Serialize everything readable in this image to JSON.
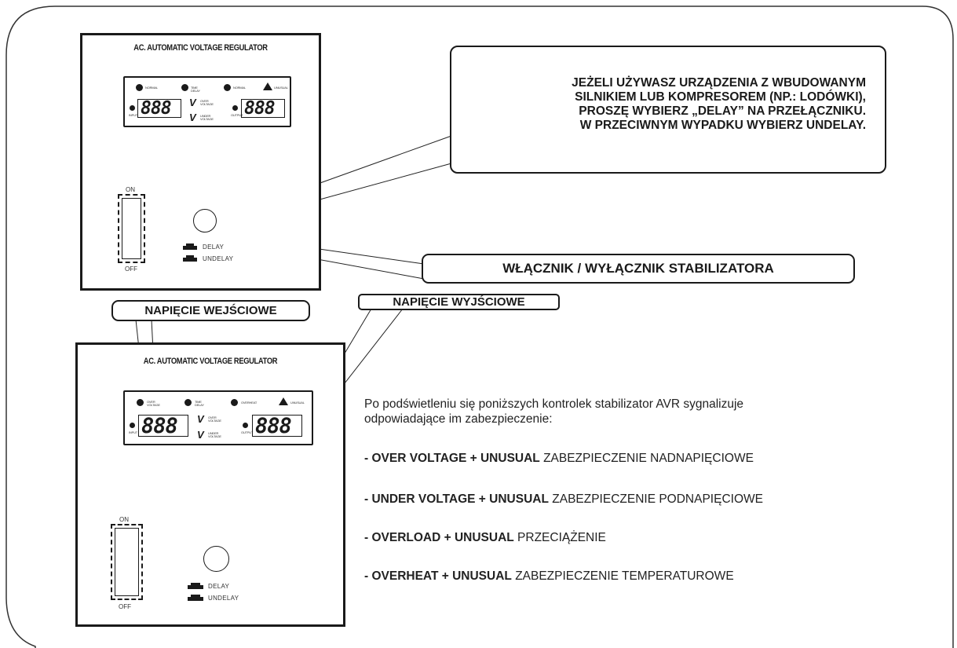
{
  "top_panel": {
    "title": "AC. AUTOMATIC VOLTAGE REGULATOR",
    "indicators": [
      "NORMAL",
      "TIME DELAY",
      "NORMAL",
      "UNUSUAL"
    ],
    "input_label": "INPUT",
    "output_label": "OUTPUT",
    "input_digits": "888",
    "output_digits": "888",
    "over_voltage": "OVER VOLTAGE",
    "under_voltage": "UNDER VOLTAGE",
    "switch_on": "ON",
    "switch_off": "OFF",
    "delay": "DELAY",
    "undelay": "UNDELAY"
  },
  "bottom_panel": {
    "title": "AC. AUTOMATIC VOLTAGE REGULATOR",
    "indicators": [
      "OVER VOLTAGE",
      "TIME DELAY",
      "OVERHEAT",
      "UNUSUAL"
    ],
    "input_label": "INPUT",
    "output_label": "OUTPUT",
    "input_digits": "888",
    "output_digits": "888",
    "over_voltage": "OVER VOLTAGE",
    "under_voltage": "UNDER VOLTAGE",
    "switch_on": "ON",
    "switch_off": "OFF",
    "delay": "DELAY",
    "undelay": "UNDELAY"
  },
  "callout_delay": {
    "lines": [
      "JEŻELI UŻYWASZ URZĄDZENIA Z WBUDOWANYM",
      "SILNIKIEM LUB KOMPRESOREM (NP.: LODÓWKI),",
      "PROSZĘ WYBIERZ „DELAY” NA PRZEŁĄCZNIKU.",
      "W PRZECIWNYM WYPADKU WYBIERZ UNDELAY."
    ]
  },
  "callout_switch": "WŁĄCZNIK / WYŁĄCZNIK STABILIZATORA",
  "label_input_voltage": "NAPIĘCIE WEJŚCIOWE",
  "label_output_voltage": "NAPIĘCIE WYJŚCIOWE",
  "description": {
    "intro_line1": "Po podświetleniu się poniższych kontrolek stabilizator AVR sygnalizuje",
    "intro_line2": "odpowiadające im zabezpieczenie:",
    "items": [
      {
        "bold": "- OVER VOLTAGE + UNUSUAL",
        "text": " ZABEZPIECZENIE NADNAPIĘCIOWE"
      },
      {
        "bold": "- UNDER VOLTAGE + UNUSUAL",
        "text": " ZABEZPIECZENIE PODNAPIĘCIOWE"
      },
      {
        "bold": "- OVERLOAD + UNUSUAL",
        "text": " PRZECIĄŻENIE"
      },
      {
        "bold": "- OVERHEAT + UNUSUAL",
        "text": " ZABEZPIECZENIE TEMPERATUROWE"
      }
    ]
  }
}
